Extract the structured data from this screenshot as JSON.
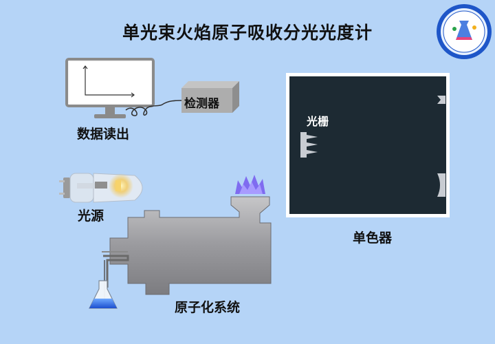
{
  "title": "单光束火焰原子吸收分光光度计",
  "labels": {
    "data_readout": "数据读出",
    "detector": "检测器",
    "light_source": "光源",
    "grating": "光栅",
    "monochromator": "单色器",
    "atomization": "原子化系统"
  },
  "colors": {
    "background": "#b5d4f7",
    "monochromator_box": "#1d2a33",
    "flame": "#7f6cf0"
  }
}
